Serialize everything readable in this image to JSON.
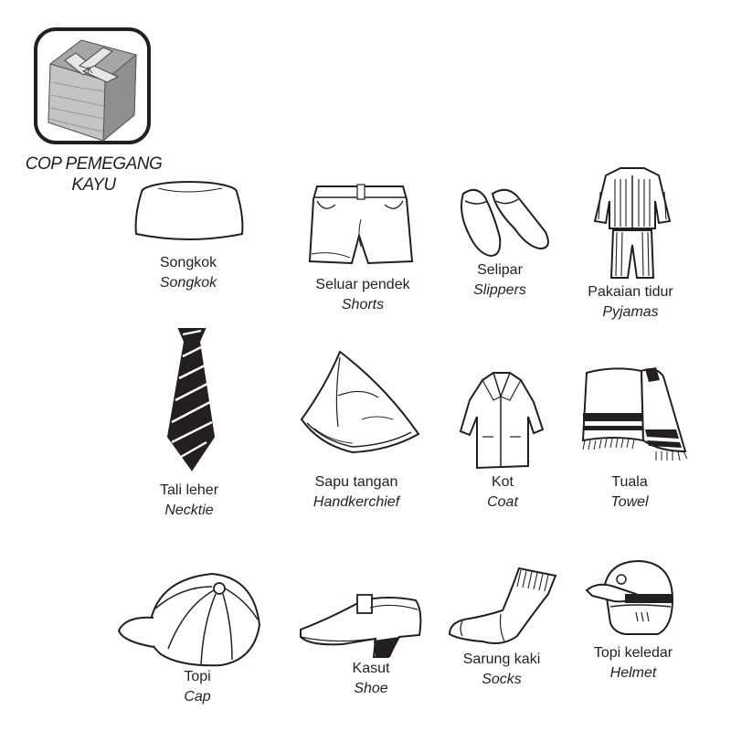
{
  "stamp": {
    "icon": "wooden-k-stamp-icon",
    "letter": "K",
    "caption_line1": "COP PEMEGANG",
    "caption_line2": "KAYU"
  },
  "items": [
    {
      "id": "songkok",
      "icon": "songkok-icon",
      "malay": "Songkok",
      "english": "Songkok"
    },
    {
      "id": "shorts",
      "icon": "shorts-icon",
      "malay": "Seluar pendek",
      "english": "Shorts"
    },
    {
      "id": "slippers",
      "icon": "slippers-icon",
      "malay": "Selipar",
      "english": "Slippers"
    },
    {
      "id": "pyjamas",
      "icon": "pyjamas-icon",
      "malay": "Pakaian tidur",
      "english": "Pyjamas"
    },
    {
      "id": "necktie",
      "icon": "necktie-icon",
      "malay": "Tali leher",
      "english": "Necktie"
    },
    {
      "id": "handkerchief",
      "icon": "handkerchief-icon",
      "malay": "Sapu tangan",
      "english": "Handkerchief"
    },
    {
      "id": "coat",
      "icon": "coat-icon",
      "malay": "Kot",
      "english": "Coat"
    },
    {
      "id": "towel",
      "icon": "towel-icon",
      "malay": "Tuala",
      "english": "Towel"
    },
    {
      "id": "cap",
      "icon": "cap-icon",
      "malay": "Topi",
      "english": "Cap"
    },
    {
      "id": "shoe",
      "icon": "shoe-icon",
      "malay": "Kasut",
      "english": "Shoe"
    },
    {
      "id": "socks",
      "icon": "socks-icon",
      "malay": "Sarung kaki",
      "english": "Socks"
    },
    {
      "id": "helmet",
      "icon": "helmet-icon",
      "malay": "Topi keledar",
      "english": "Helmet"
    }
  ]
}
